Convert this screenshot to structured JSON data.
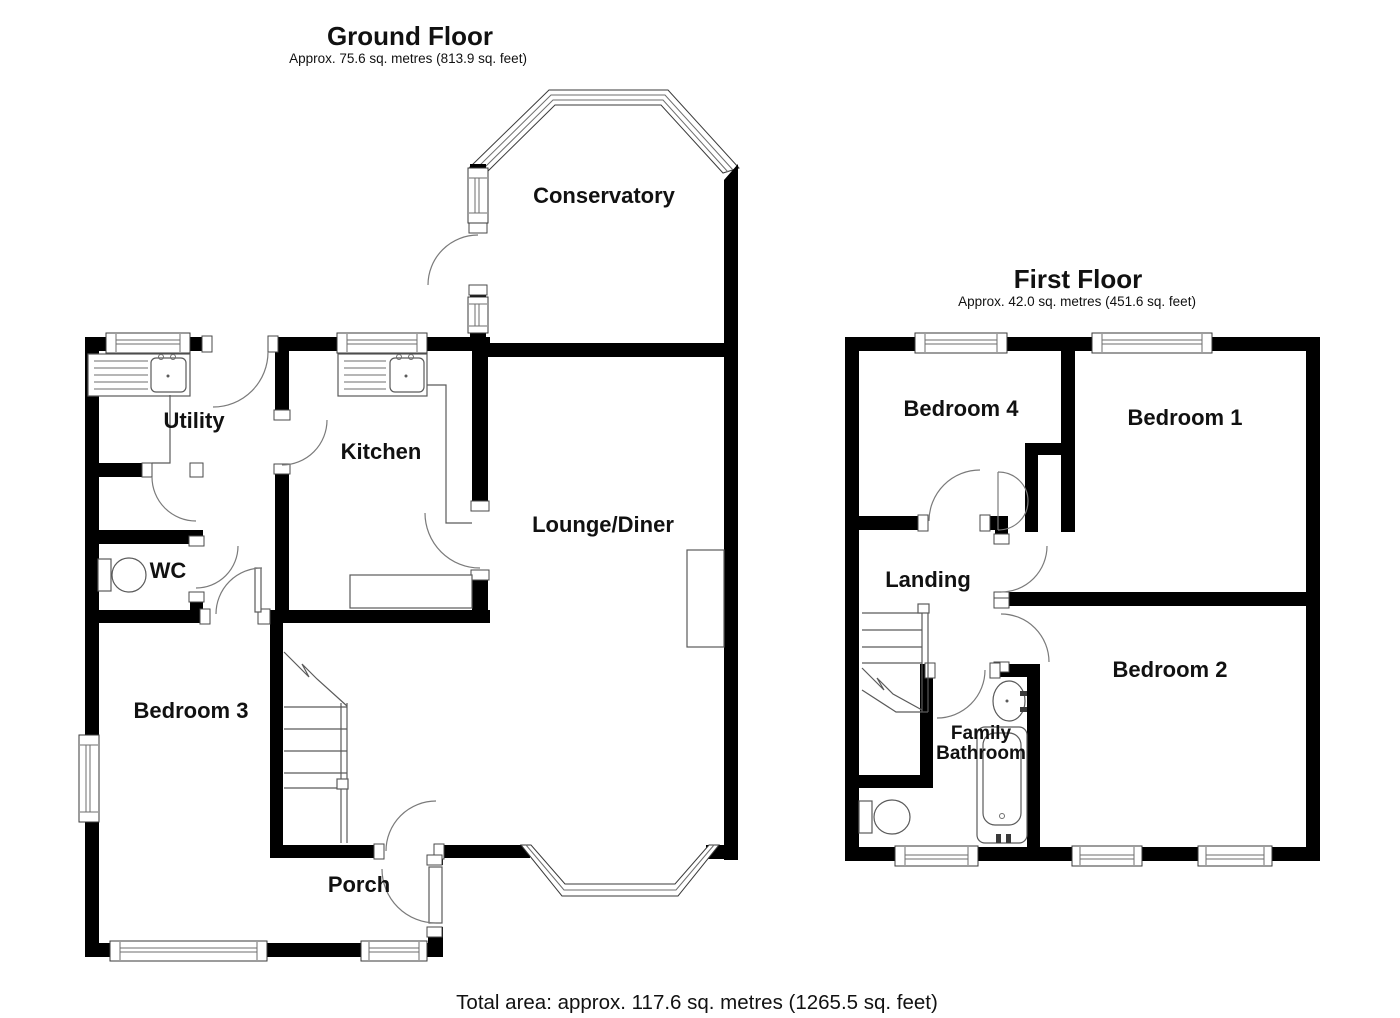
{
  "ground_floor": {
    "title": "Ground Floor",
    "area_note": "Approx. 75.6 sq. metres (813.9 sq. feet)",
    "rooms": {
      "conservatory": "Conservatory",
      "utility": "Utility",
      "kitchen": "Kitchen",
      "lounge_diner": "Lounge/Diner",
      "wc": "WC",
      "bedroom_3": "Bedroom 3",
      "porch": "Porch"
    }
  },
  "first_floor": {
    "title": "First Floor",
    "area_note": "Approx. 42.0 sq. metres (451.6 sq. feet)",
    "rooms": {
      "bedroom_4": "Bedroom 4",
      "bedroom_1": "Bedroom 1",
      "landing": "Landing",
      "bedroom_2": "Bedroom 2",
      "family_bathroom": [
        "Family",
        "Bathroom"
      ]
    }
  },
  "footer": {
    "total_area": "Total area: approx. 117.6 sq. metres (1265.5 sq. feet)"
  },
  "colors": {
    "wall": "#000000",
    "detail_line": "#5a5a5a",
    "text": "#111111",
    "background": "#ffffff"
  }
}
